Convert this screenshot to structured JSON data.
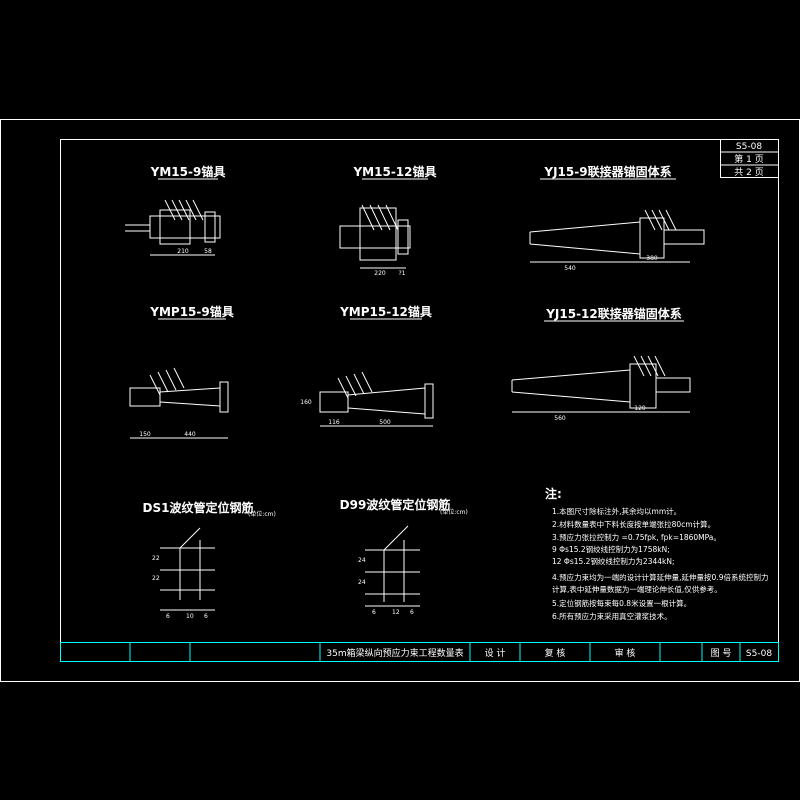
{
  "sheet_code": "S5-08",
  "page_current": "第 1 页",
  "page_total": "共 2 页",
  "details": {
    "ym15_9": {
      "title": "YM15-9锚具",
      "dim_a": "210",
      "dim_b": "58"
    },
    "ym15_12": {
      "title": "YM15-12锚具",
      "dim_a": "220",
      "dim_b": "?1"
    },
    "yj15_9": {
      "title": "YJ15-9联接器锚固体系",
      "dim_a": "540",
      "dim_b": "380"
    },
    "ymp15_9": {
      "title": "YMP15-9锚具",
      "dim_a": "150",
      "dim_b": "440"
    },
    "ymp15_12": {
      "title": "YMP15-12锚具",
      "dim_a": "116",
      "dim_b": "500",
      "dim_c": "160"
    },
    "yj15_12": {
      "title": "YJ15-12联接器锚固体系",
      "dim_a": "560",
      "dim_b": "120"
    },
    "ds1": {
      "title": "DS1波纹管定位钢筋",
      "unit": "(单位:cm)",
      "dims": [
        "22",
        "22",
        "6",
        "10",
        "6"
      ]
    },
    "ds9": {
      "title": "D99波纹管定位钢筋",
      "unit": "(单位:cm)",
      "dims": [
        "24",
        "24",
        "6",
        "12",
        "6"
      ]
    }
  },
  "notes": {
    "heading": "注:",
    "lines": [
      "1.本图尺寸除标注外,其余均以mm计。",
      "2.材料数量表中下料长度按单端张拉80cm计算。",
      "3.预应力张拉控制力  =0.75fpk, fpk=1860MPa。",
      "   9 Φs15.2钢绞线控制力为1758kN;",
      "   12 Φs15.2钢绞线控制力为2344kN;",
      "4.预应力束均为一端的设计计算延伸量,延伸量按0.9倍系统控制力",
      "   计算,表中延伸量数据为一端理论伸长值,仅供参考。",
      "5.定位钢筋按每束每0.8米设置一根计算。",
      "6.所有预应力束采用真空灌浆技术。"
    ]
  },
  "title_block": {
    "drawing_name": "35m箱梁纵向预应力束工程数量表",
    "design": "设 计",
    "review": "复 核",
    "check": "审 核",
    "drawing_no_label": "图 号",
    "drawing_no": "S5-08"
  }
}
